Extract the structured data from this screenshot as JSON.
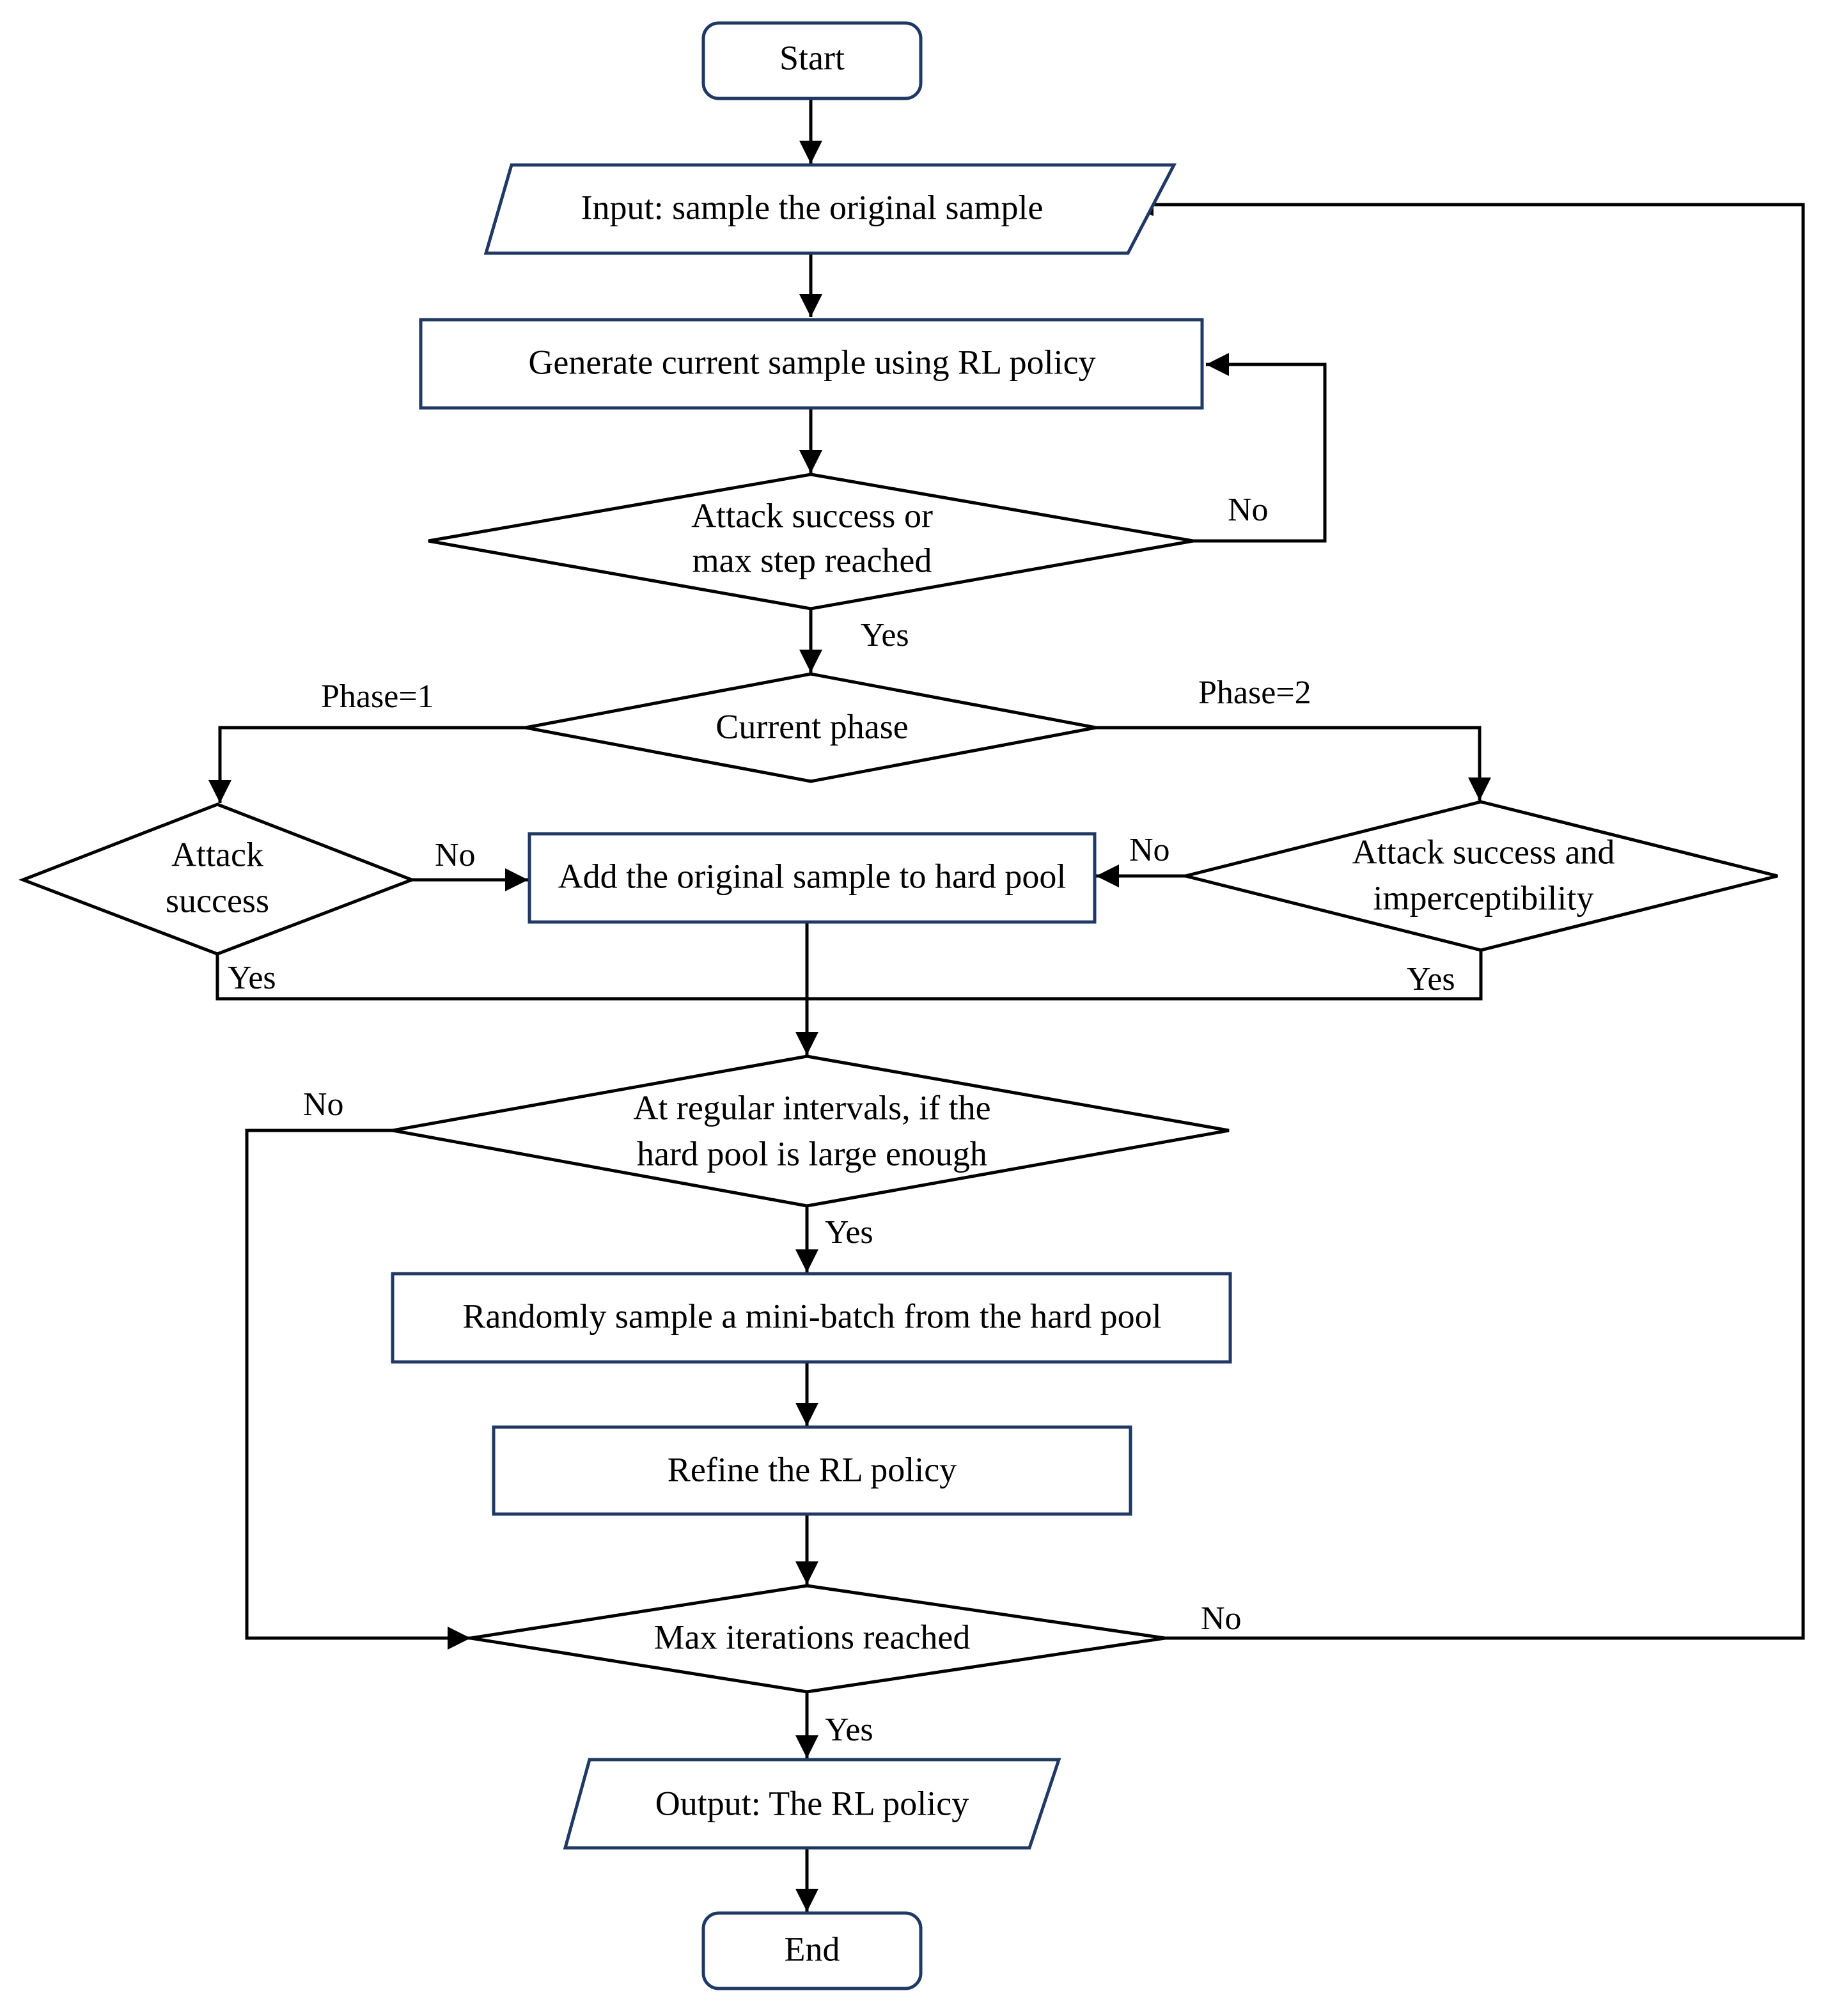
{
  "colors": {
    "node_border": "#1f3864",
    "line": "#000000",
    "background": "#ffffff"
  },
  "nodes": {
    "start": "Start",
    "input": "Input: sample the original sample",
    "generate": "Generate current sample using RL policy",
    "attack_or_max": [
      "Attack success or",
      "max step reached"
    ],
    "current_phase": "Current phase",
    "attack_success": [
      "Attack",
      "success"
    ],
    "add_hard_pool": "Add the original sample to hard pool",
    "attack_imperceptibility": [
      "Attack success and",
      "imperceptibility"
    ],
    "regular_intervals": [
      "At regular intervals, if the",
      "hard pool is large enough"
    ],
    "sample_minibatch": "Randomly sample a mini-batch from the hard pool",
    "refine": "Refine the RL policy",
    "max_iterations": "Max iterations reached",
    "output": "Output: The RL policy",
    "end": "End"
  },
  "edge_labels": {
    "no_generate_loop": "No",
    "yes_after_attack_or_max": "Yes",
    "phase1": "Phase=1",
    "phase2": "Phase=2",
    "no_attack_success": "No",
    "no_attack_imperceptibility": "No",
    "yes_attack_success": "Yes",
    "yes_attack_imperceptibility": "Yes",
    "no_regular_intervals": "No",
    "yes_regular_intervals": "Yes",
    "no_max_iterations": "No",
    "yes_max_iterations": "Yes"
  }
}
